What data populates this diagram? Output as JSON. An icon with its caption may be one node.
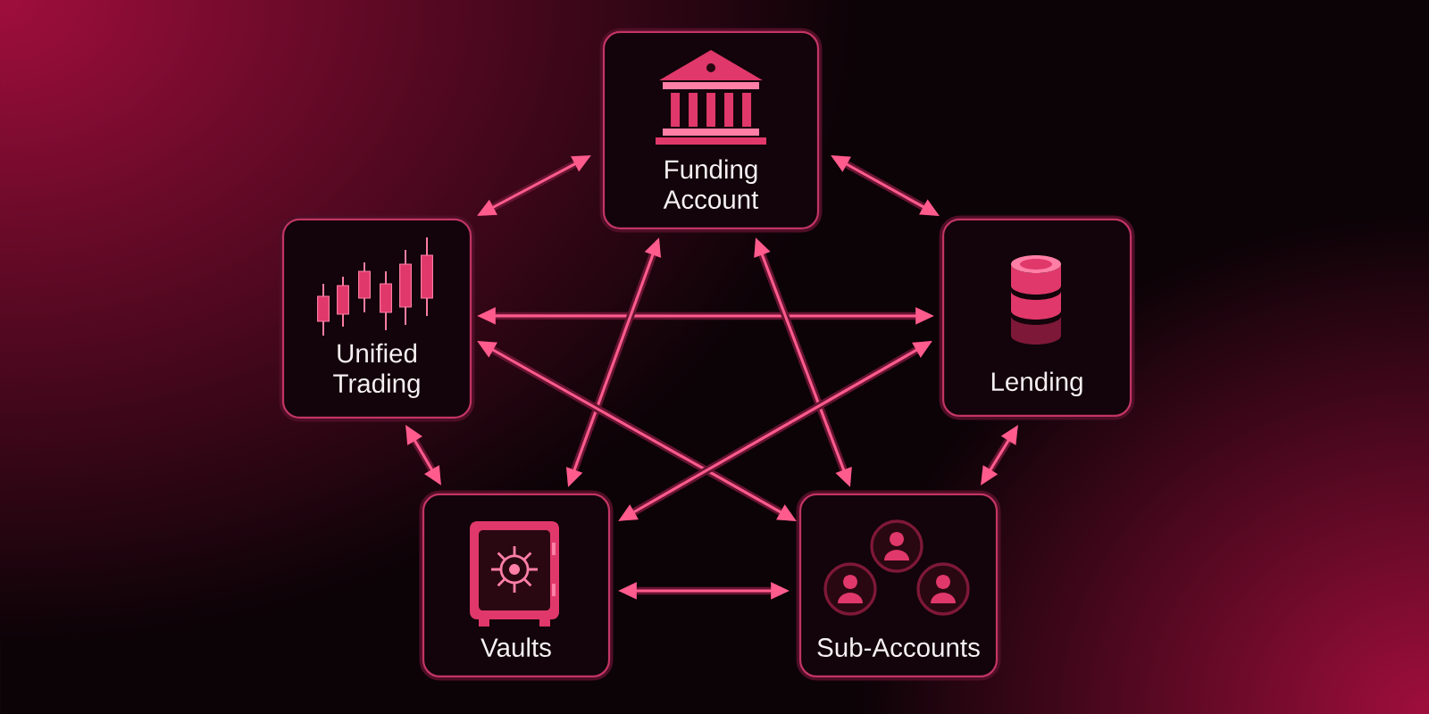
{
  "diagram": {
    "nodes": [
      {
        "text": [
          "Funding Account"
        ]
      },
      {
        "text": [
          "Unified Trading"
        ]
      },
      {
        "text": [
          "Lending"
        ]
      },
      {
        "text": [
          "Vaults"
        ]
      },
      {
        "text": [
          "Sub-Accounts"
        ]
      }
    ],
    "edges": [
      {
        "from": 0,
        "to": 1,
        "arrow": "both"
      },
      {
        "from": 0,
        "to": 2,
        "arrow": "both"
      },
      {
        "from": 1,
        "to": 2,
        "arrow": "both"
      },
      {
        "from": 0,
        "to": 3,
        "arrow": "both"
      },
      {
        "from": 0,
        "to": 4,
        "arrow": "both"
      },
      {
        "from": 1,
        "to": 4,
        "arrow": "both"
      },
      {
        "from": 2,
        "to": 3,
        "arrow": "both"
      },
      {
        "from": 1,
        "to": 3,
        "arrow": "both"
      },
      {
        "from": 2,
        "to": 4,
        "arrow": "both"
      },
      {
        "from": 3,
        "to": 4,
        "arrow": "both"
      }
    ]
  }
}
